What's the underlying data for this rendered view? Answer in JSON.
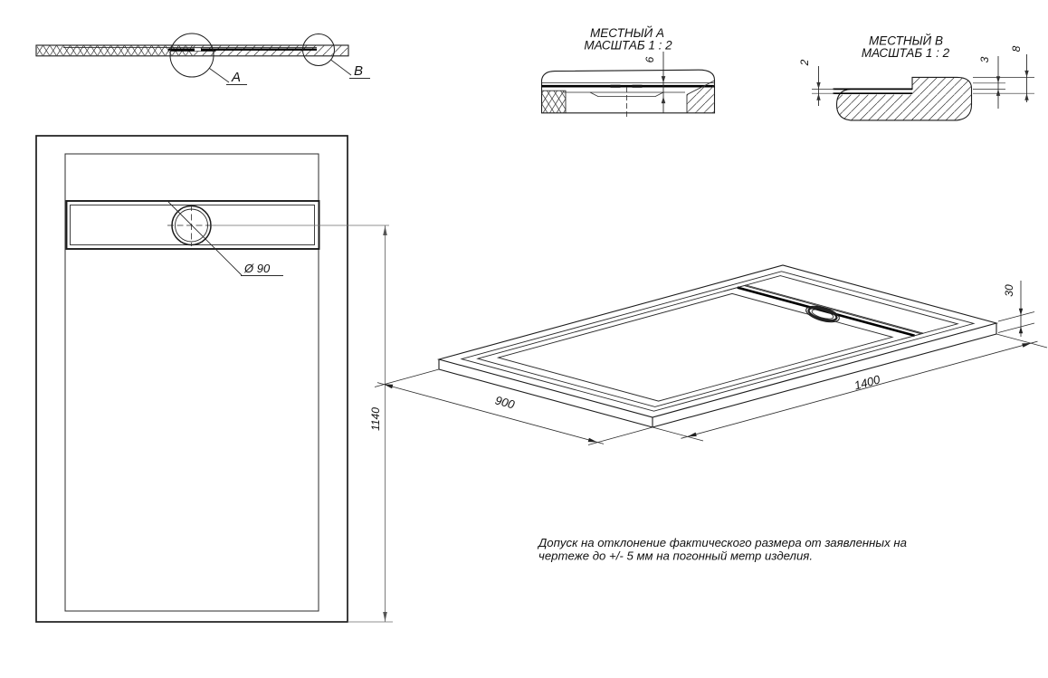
{
  "document_type": "technical-drawing",
  "colors": {
    "background": "#ffffff",
    "object_line": "#1c1c1c",
    "dimension_line": "#6e6e6e",
    "hatch_line": "#333333"
  },
  "section_view": {
    "label_a": "A",
    "label_b": "B"
  },
  "detail_a": {
    "title": "МЕСТНЫЙ А",
    "scale": "МАСШТАБ 1 : 2",
    "dim_depth": "6"
  },
  "detail_b": {
    "title": "МЕСТНЫЙ В",
    "scale": "МАСШТАБ 1 : 2",
    "dim_plate": "2",
    "dim_step": "3",
    "dim_total": "8"
  },
  "plan_view": {
    "dim_drain": "Ø 90",
    "dim_length": "1140"
  },
  "iso_view": {
    "dim_width": "900",
    "dim_length": "1400",
    "dim_height": "30"
  },
  "note": {
    "line1": "Допуск на отклонение фактического размера от заявленных на",
    "line2": "чертеже до +/- 5 мм на погонный метр изделия."
  }
}
